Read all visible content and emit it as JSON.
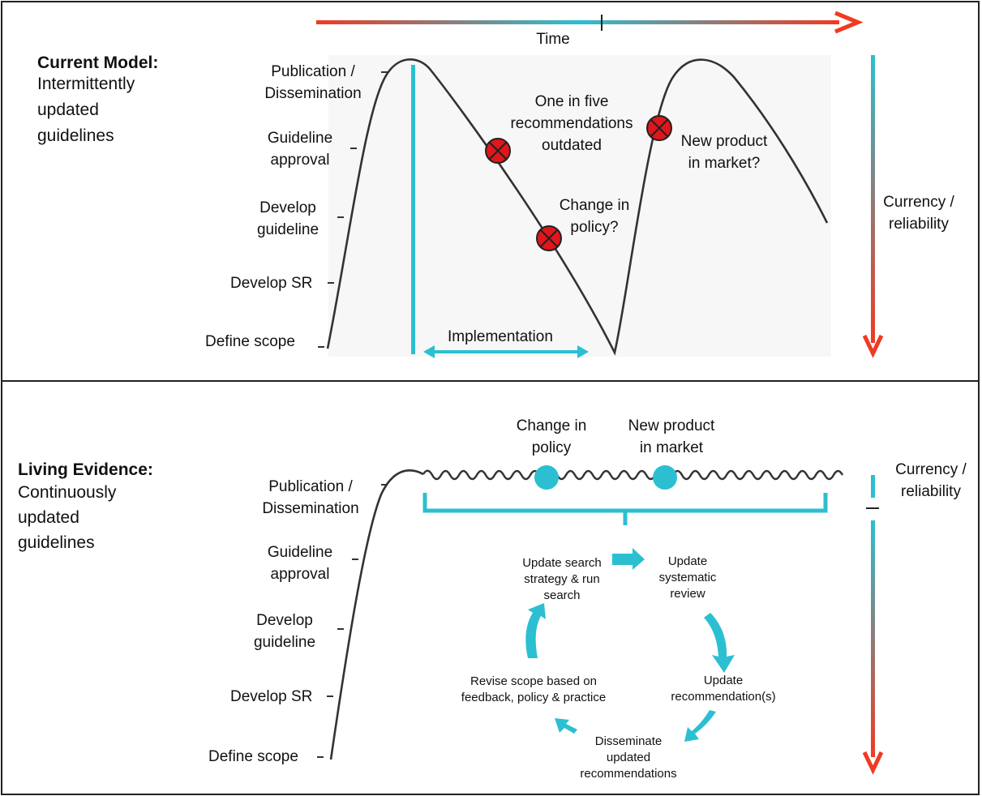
{
  "colors": {
    "teal": "#2bbfd1",
    "red": "#f03a22",
    "curve": "#333333",
    "marker_red": "#e0161b"
  },
  "top": {
    "timeline_label": "Time",
    "model_title": "Current Model:",
    "model_desc": [
      "Intermittently",
      "updated",
      "guidelines"
    ],
    "stages": [
      "Publication /",
      "Dissemination",
      "Guideline",
      "approval",
      "Develop",
      "guideline",
      "Develop SR",
      "Define scope"
    ],
    "annotations": {
      "outdated": [
        "One in five",
        "recommendations",
        "outdated"
      ],
      "policy": [
        "Change in",
        "policy?"
      ],
      "product": [
        "New product",
        "in market?"
      ],
      "implementation": "Implementation"
    },
    "currency_label": [
      "Currency /",
      "reliability"
    ]
  },
  "bottom": {
    "model_title": "Living Evidence:",
    "model_desc": [
      "Continuously",
      "updated",
      "guidelines"
    ],
    "stages": [
      "Publication /",
      "Dissemination",
      "Guideline",
      "approval",
      "Develop",
      "guideline",
      "Develop SR",
      "Define scope"
    ],
    "events": {
      "policy": [
        "Change in",
        "policy"
      ],
      "product": [
        "New product",
        "in market"
      ]
    },
    "cycle": {
      "search": [
        "Update search",
        "strategy & run",
        "search"
      ],
      "review": [
        "Update",
        "systematic",
        "review"
      ],
      "recommend": [
        "Update",
        "recommendation(s)"
      ],
      "disseminate": [
        "Disseminate",
        "updated",
        "recommendations"
      ],
      "revise": [
        "Revise scope based on",
        "feedback, policy & practice"
      ]
    },
    "currency_label": [
      "Currency /",
      "reliability"
    ]
  }
}
